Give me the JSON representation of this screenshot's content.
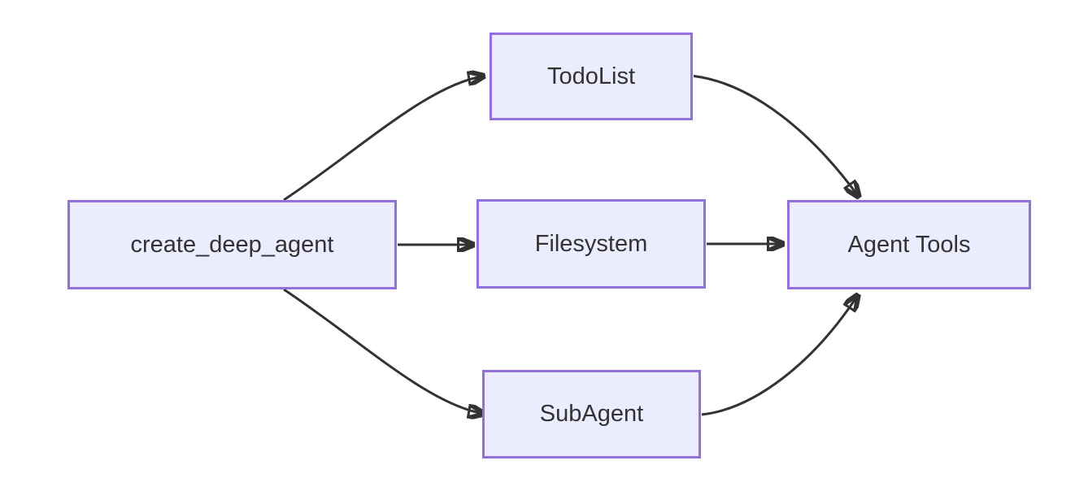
{
  "diagram": {
    "type": "flowchart-left-to-right",
    "background_color": "#ffffff",
    "node_fill_color": "#ECECFF",
    "node_border_color": "#9370DB",
    "edge_color": "#333333",
    "label_color": "#333333",
    "nodes": {
      "create_deep_agent": {
        "label": "create_deep_agent"
      },
      "todo_list": {
        "label": "TodoList"
      },
      "filesystem": {
        "label": "Filesystem"
      },
      "sub_agent": {
        "label": "SubAgent"
      },
      "agent_tools": {
        "label": "Agent Tools"
      }
    },
    "edges": [
      {
        "from": "create_deep_agent",
        "to": "TodoList"
      },
      {
        "from": "create_deep_agent",
        "to": "Filesystem"
      },
      {
        "from": "create_deep_agent",
        "to": "SubAgent"
      },
      {
        "from": "TodoList",
        "to": "Agent Tools"
      },
      {
        "from": "Filesystem",
        "to": "Agent Tools"
      },
      {
        "from": "SubAgent",
        "to": "Agent Tools"
      }
    ]
  }
}
